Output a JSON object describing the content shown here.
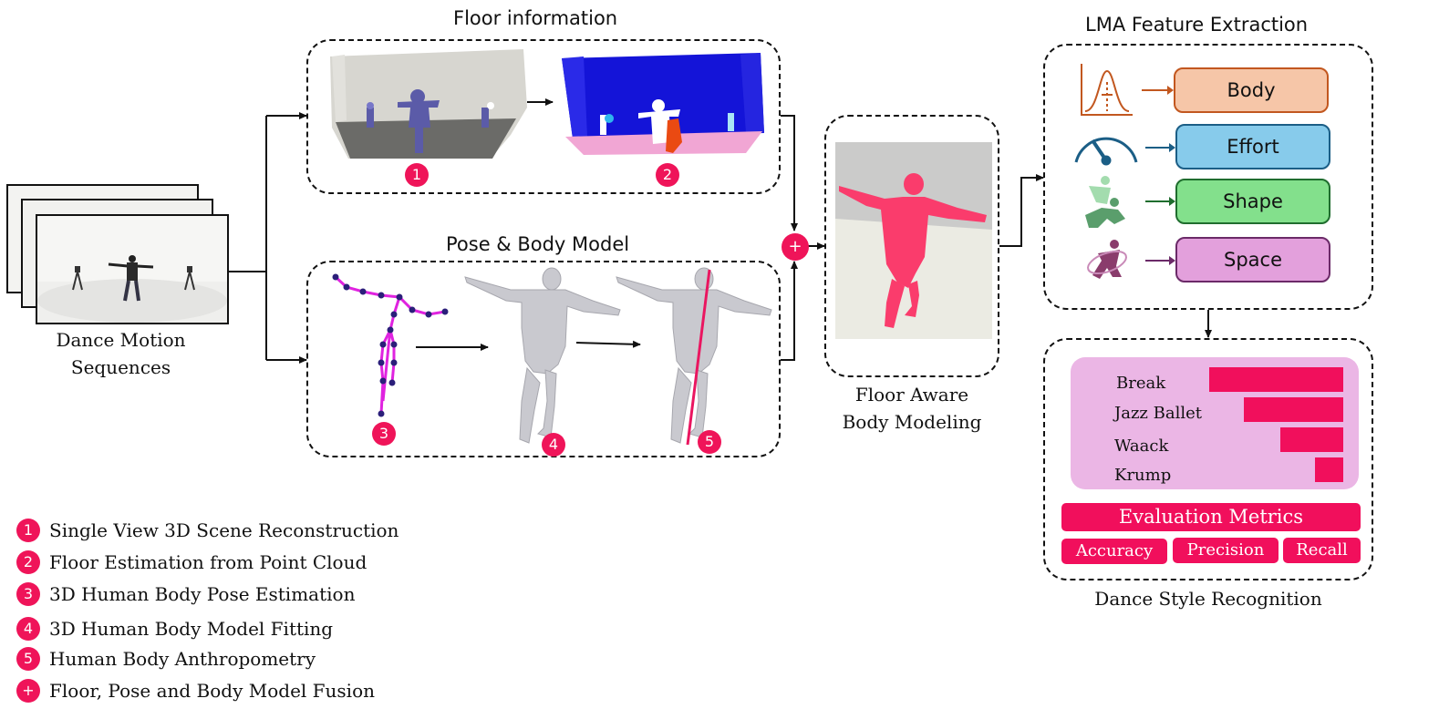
{
  "sections": {
    "floor_title": "Floor information",
    "pose_title": "Pose & Body Model",
    "lma_title": "LMA Feature Extraction",
    "input_label_line1": "Dance Motion",
    "input_label_line2": "Sequences",
    "floor_aware_line1": "Floor Aware",
    "floor_aware_line2": "Body Modeling",
    "recognition_title": "Dance Style Recognition"
  },
  "badges": {
    "b1": "1",
    "b2": "2",
    "b3": "3",
    "b4": "4",
    "b5": "5",
    "fusion": "+"
  },
  "lma": [
    {
      "label": "Body",
      "fill": "#f6c6a8",
      "border": "#c2571f",
      "icon": "gaussian-curve-icon"
    },
    {
      "label": "Effort",
      "fill": "#87cbeb",
      "border": "#1b5e86",
      "icon": "speedometer-icon"
    },
    {
      "label": "Shape",
      "fill": "#83e08c",
      "border": "#1f6d2e",
      "icon": "dancers-shape-icon"
    },
    {
      "label": "Space",
      "fill": "#e3a0dc",
      "border": "#6b2a68",
      "icon": "dancer-space-icon"
    }
  ],
  "styles": [
    {
      "label": "Break",
      "score": 1.0
    },
    {
      "label": "Jazz Ballet",
      "score": 0.74
    },
    {
      "label": "Waack",
      "score": 0.47
    },
    {
      "label": "Krump",
      "score": 0.21
    }
  ],
  "metrics": {
    "title": "Evaluation Metrics",
    "items": [
      "Accuracy",
      "Precision",
      "Recall"
    ]
  },
  "legend": [
    {
      "badge": "1",
      "text": "Single View 3D Scene Reconstruction"
    },
    {
      "badge": "2",
      "text": "Floor Estimation from Point Cloud"
    },
    {
      "badge": "3",
      "text": "3D Human Body Pose Estimation"
    },
    {
      "badge": "4",
      "text": "3D Human Body Model Fitting"
    },
    {
      "badge": "5",
      "text": "Human Body Anthropometry"
    },
    {
      "badge": "+",
      "text": "Floor, Pose and Body Model Fusion"
    }
  ],
  "colors": {
    "accent": "#f10f5c",
    "panel_pink": "#ebb6e5"
  }
}
